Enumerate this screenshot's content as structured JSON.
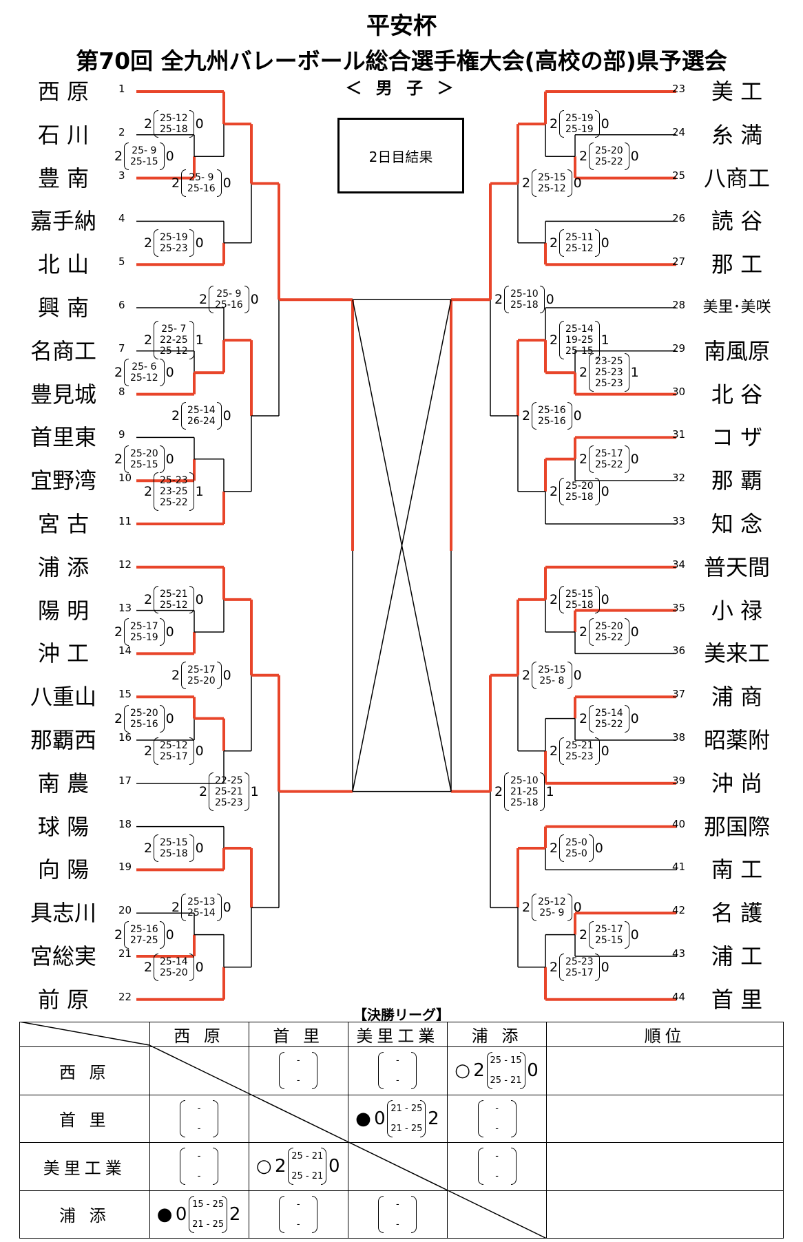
{
  "header": {
    "title1": "平安杯",
    "title2": "第70回 全九州バレーボール総合選手権大会(高校の部)県予選会",
    "title3": "＜ 男 子 ＞"
  },
  "result_box": "2日目結果",
  "colors": {
    "winner_line": "#e8452a",
    "line": "#000000"
  },
  "left_teams": [
    {
      "seed": "1",
      "name": "西 原"
    },
    {
      "seed": "2",
      "name": "石 川"
    },
    {
      "seed": "3",
      "name": "豊 南"
    },
    {
      "seed": "4",
      "name": "嘉手納"
    },
    {
      "seed": "5",
      "name": "北 山"
    },
    {
      "seed": "6",
      "name": "興 南"
    },
    {
      "seed": "7",
      "name": "名商工"
    },
    {
      "seed": "8",
      "name": "豊見城"
    },
    {
      "seed": "9",
      "name": "首里東"
    },
    {
      "seed": "10",
      "name": "宜野湾"
    },
    {
      "seed": "11",
      "name": "宮 古"
    },
    {
      "seed": "12",
      "name": "浦 添"
    },
    {
      "seed": "13",
      "name": "陽 明"
    },
    {
      "seed": "14",
      "name": "沖 工"
    },
    {
      "seed": "15",
      "name": "八重山"
    },
    {
      "seed": "16",
      "name": "那覇西"
    },
    {
      "seed": "17",
      "name": "南 農"
    },
    {
      "seed": "18",
      "name": "球 陽"
    },
    {
      "seed": "19",
      "name": "向 陽"
    },
    {
      "seed": "20",
      "name": "具志川"
    },
    {
      "seed": "21",
      "name": "宮総実"
    },
    {
      "seed": "22",
      "name": "前 原"
    }
  ],
  "right_teams": [
    {
      "seed": "23",
      "name": "美 工"
    },
    {
      "seed": "24",
      "name": "糸 満"
    },
    {
      "seed": "25",
      "name": "八商工"
    },
    {
      "seed": "26",
      "name": "読 谷"
    },
    {
      "seed": "27",
      "name": "那 工"
    },
    {
      "seed": "28",
      "name": "美里･美咲"
    },
    {
      "seed": "29",
      "name": "南風原"
    },
    {
      "seed": "30",
      "name": "北 谷"
    },
    {
      "seed": "31",
      "name": "コ ザ"
    },
    {
      "seed": "32",
      "name": "那 覇"
    },
    {
      "seed": "33",
      "name": "知 念"
    },
    {
      "seed": "34",
      "name": "普天間"
    },
    {
      "seed": "35",
      "name": "小 禄"
    },
    {
      "seed": "36",
      "name": "美来工"
    },
    {
      "seed": "37",
      "name": "浦 商"
    },
    {
      "seed": "38",
      "name": "昭薬附"
    },
    {
      "seed": "39",
      "name": "沖 尚"
    },
    {
      "seed": "40",
      "name": "那国際"
    },
    {
      "seed": "41",
      "name": "南 工"
    },
    {
      "seed": "42",
      "name": "名 護"
    },
    {
      "seed": "43",
      "name": "浦 工"
    },
    {
      "seed": "44",
      "name": "首 里"
    }
  ],
  "scores": {
    "L_1_23": {
      "w": "2",
      "l": "0",
      "sets": [
        "25-12",
        "25-18"
      ]
    },
    "L_2_3": {
      "w": "2",
      "l": "0",
      "sets": [
        "25- 9",
        "25-15"
      ]
    },
    "L_23_45": {
      "w": "2",
      "l": "0",
      "sets": [
        "25- 9",
        "25-16"
      ]
    },
    "L_4_5": {
      "w": "2",
      "l": "0",
      "sets": [
        "25-19",
        "25-23"
      ]
    },
    "L_15_611": {
      "w": "2",
      "l": "0",
      "sets": [
        "25- 9",
        "25-16"
      ]
    },
    "L_6_78": {
      "w": "2",
      "l": "1",
      "sets": [
        "25- 7",
        "22-25",
        "25-12"
      ]
    },
    "L_7_8": {
      "w": "2",
      "l": "0",
      "sets": [
        "25- 6",
        "25-12"
      ]
    },
    "L_68_911": {
      "w": "2",
      "l": "0",
      "sets": [
        "25-14",
        "26-24"
      ]
    },
    "L_9_10": {
      "w": "2",
      "l": "0",
      "sets": [
        "25-20",
        "25-15"
      ]
    },
    "L_910_11": {
      "w": "2",
      "l": "1",
      "sets": [
        "25-23",
        "23-25",
        "25-22"
      ]
    },
    "L_12_13": {
      "w": "2",
      "l": "0",
      "sets": [
        "25-21",
        "25-12"
      ]
    },
    "L_13_14": {
      "w": "2",
      "l": "0",
      "sets": [
        "25-17",
        "25-19"
      ]
    },
    "L_1214_1517": {
      "w": "2",
      "l": "0",
      "sets": [
        "25-17",
        "25-20"
      ]
    },
    "L_15_16": {
      "w": "2",
      "l": "0",
      "sets": [
        "25-20",
        "25-16"
      ]
    },
    "L_1516_17": {
      "w": "2",
      "l": "0",
      "sets": [
        "25-12",
        "25-17"
      ]
    },
    "L_1217_1822": {
      "w": "2",
      "l": "1",
      "sets": [
        "22-25",
        "25-21",
        "25-23"
      ]
    },
    "L_18_19": {
      "w": "2",
      "l": "0",
      "sets": [
        "25-15",
        "25-18"
      ]
    },
    "L_1819_2022": {
      "w": "2",
      "l": "0",
      "sets": [
        "25-13",
        "25-14"
      ]
    },
    "L_20_21": {
      "w": "2",
      "l": "0",
      "sets": [
        "25-16",
        "27-25"
      ]
    },
    "L_2021_22": {
      "w": "2",
      "l": "0",
      "sets": [
        "25-14",
        "25-20"
      ]
    },
    "R_23_2425": {
      "w": "2",
      "l": "0",
      "sets": [
        "25-19",
        "25-19"
      ]
    },
    "R_24_25": {
      "w": "2",
      "l": "0",
      "sets": [
        "25-20",
        "25-22"
      ]
    },
    "R_2325_2627": {
      "w": "2",
      "l": "0",
      "sets": [
        "25-15",
        "25-12"
      ]
    },
    "R_26_27": {
      "w": "2",
      "l": "0",
      "sets": [
        "25-11",
        "25-12"
      ]
    },
    "R_2327_2833": {
      "w": "2",
      "l": "0",
      "sets": [
        "25-10",
        "25-18"
      ]
    },
    "R_28_2930": {
      "w": "2",
      "l": "1",
      "sets": [
        "25-14",
        "19-25",
        "25-15"
      ]
    },
    "R_29_30": {
      "w": "2",
      "l": "1",
      "sets": [
        "23-25",
        "25-23",
        "25-23"
      ]
    },
    "R_2830_3133": {
      "w": "2",
      "l": "0",
      "sets": [
        "25-16",
        "25-16"
      ]
    },
    "R_31_32": {
      "w": "2",
      "l": "0",
      "sets": [
        "25-17",
        "25-22"
      ]
    },
    "R_3132_33": {
      "w": "2",
      "l": "0",
      "sets": [
        "25-20",
        "25-18"
      ]
    },
    "R_34_3536": {
      "w": "2",
      "l": "0",
      "sets": [
        "25-15",
        "25-18"
      ]
    },
    "R_35_36": {
      "w": "2",
      "l": "0",
      "sets": [
        "25-20",
        "25-22"
      ]
    },
    "R_3436_3739": {
      "w": "2",
      "l": "0",
      "sets": [
        "25-15",
        "25- 8"
      ]
    },
    "R_37_38": {
      "w": "2",
      "l": "0",
      "sets": [
        "25-14",
        "25-22"
      ]
    },
    "R_3738_39": {
      "w": "2",
      "l": "0",
      "sets": [
        "25-21",
        "25-23"
      ]
    },
    "R_3439_4044": {
      "w": "2",
      "l": "1",
      "sets": [
        "25-10",
        "21-25",
        "25-18"
      ]
    },
    "R_40_41": {
      "w": "2",
      "l": "0",
      "sets": [
        "25-0",
        "25-0"
      ]
    },
    "R_4041_4244": {
      "w": "2",
      "l": "0",
      "sets": [
        "25-12",
        "25- 9"
      ]
    },
    "R_42_43": {
      "w": "2",
      "l": "0",
      "sets": [
        "25-17",
        "25-15"
      ]
    },
    "R_4243_44": {
      "w": "2",
      "l": "0",
      "sets": [
        "25-23",
        "25-17"
      ]
    }
  },
  "league": {
    "title": "【決勝リーグ】",
    "headers": [
      "西 原",
      "首 里",
      "美里工業",
      "浦 添",
      "順位"
    ],
    "rows": [
      {
        "name": "西 原",
        "cells": [
          {
            "type": "diag"
          },
          {
            "type": "empty",
            "top": "-",
            "bottom": "-"
          },
          {
            "type": "empty",
            "top": "-",
            "bottom": "-"
          },
          {
            "type": "result",
            "mark": "○",
            "left": "2",
            "top": "25 - 15",
            "bottom": "25 - 21",
            "right": "0"
          }
        ]
      },
      {
        "name": "首 里",
        "cells": [
          {
            "type": "empty",
            "top": "-",
            "bottom": "-"
          },
          {
            "type": "diag"
          },
          {
            "type": "result",
            "mark": "●",
            "left": "0",
            "top": "21 - 25",
            "bottom": "21 - 25",
            "right": "2"
          },
          {
            "type": "empty",
            "top": "-",
            "bottom": "-"
          }
        ]
      },
      {
        "name": "美里工業",
        "cells": [
          {
            "type": "empty",
            "top": "-",
            "bottom": "-"
          },
          {
            "type": "result",
            "mark": "○",
            "left": "2",
            "top": "25 - 21",
            "bottom": "25 - 21",
            "right": "0"
          },
          {
            "type": "diag"
          },
          {
            "type": "empty",
            "top": "-",
            "bottom": "-"
          }
        ]
      },
      {
        "name": "浦 添",
        "cells": [
          {
            "type": "result",
            "mark": "●",
            "left": "0",
            "top": "15 - 25",
            "bottom": "21 - 25",
            "right": "2"
          },
          {
            "type": "empty",
            "top": "-",
            "bottom": "-"
          },
          {
            "type": "empty",
            "top": "-",
            "bottom": "-"
          },
          {
            "type": "diag"
          }
        ]
      }
    ]
  }
}
